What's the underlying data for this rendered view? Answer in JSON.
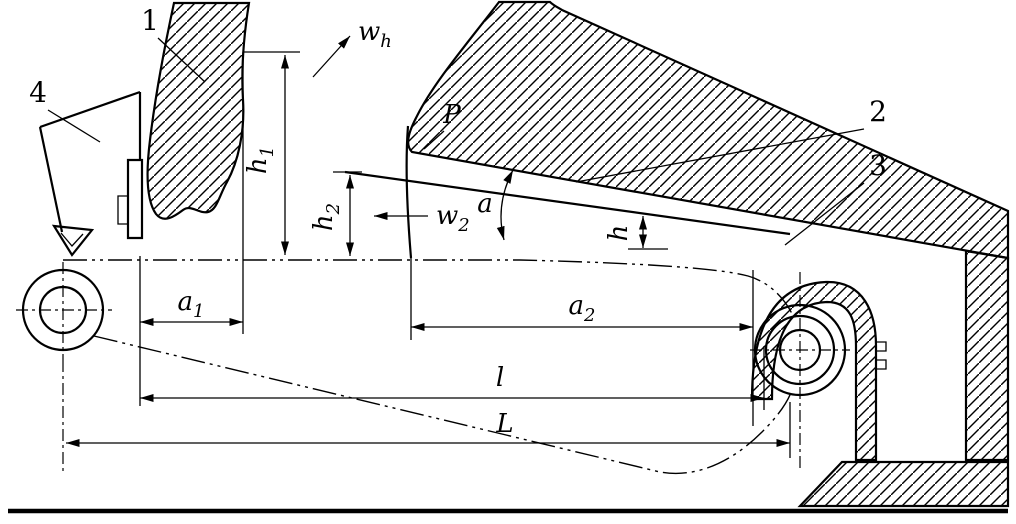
{
  "callouts": {
    "n1": "1",
    "n2": "2",
    "n3": "3",
    "n4": "4"
  },
  "labels": {
    "plate": "P",
    "angle": "a",
    "gap_h": "h",
    "length_l": "l",
    "length_L": "L"
  },
  "subscripted": {
    "w_h": {
      "base": "w",
      "sub": "h"
    },
    "w_2": {
      "base": "w",
      "sub": "2"
    },
    "h_1": {
      "base": "h",
      "sub": "1"
    },
    "h_2": {
      "base": "h",
      "sub": "2"
    },
    "a_1": {
      "base": "a",
      "sub": "1"
    },
    "a_2": {
      "base": "a",
      "sub": "2"
    }
  },
  "colors": {
    "ink": "#000000",
    "paper": "#ffffff"
  }
}
